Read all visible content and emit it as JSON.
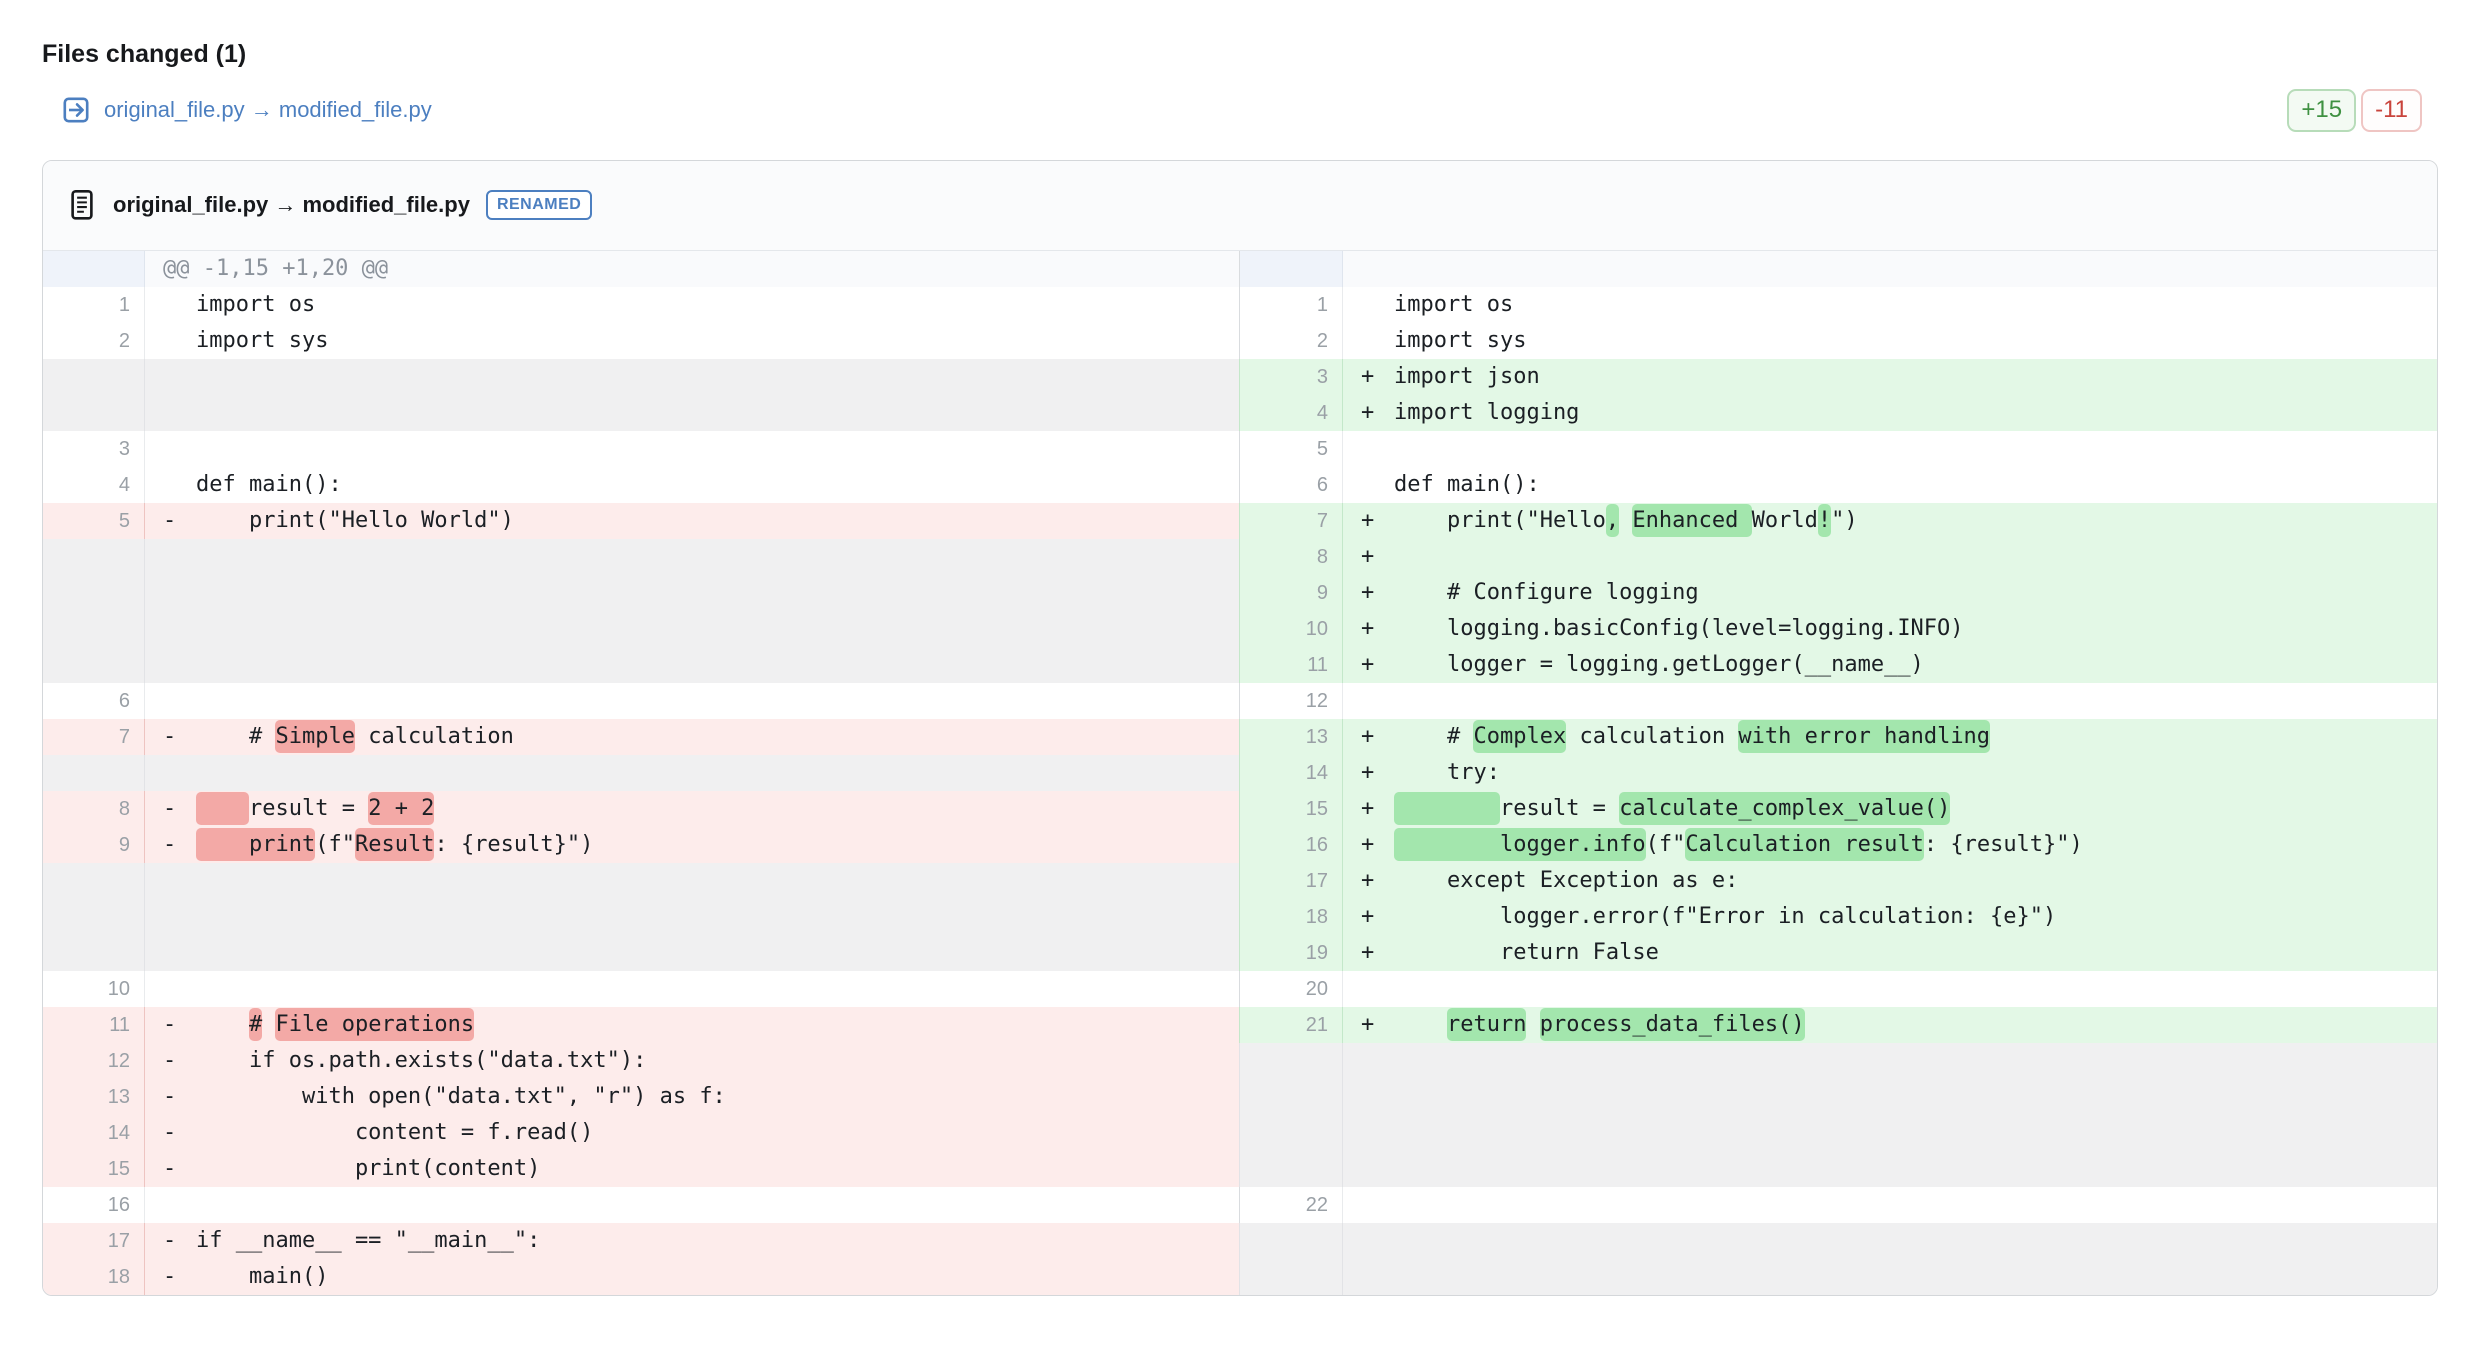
{
  "page": {
    "title": "Files changed (1)",
    "file_link": "original_file.py → modified_file.py",
    "additions_badge": "+15",
    "deletions_badge": "-11"
  },
  "file_panel": {
    "filename": "original_file.py → modified_file.py",
    "status_badge": "RENAMED",
    "hunk_header": "@@ -1,15 +1,20 @@"
  },
  "colors": {
    "link_blue": "#4c7fc0",
    "addition_row": "#e3f8e6",
    "addition_word": "#a3e6ad",
    "deletion_row": "#fdeceb",
    "deletion_word": "#f3a9a6",
    "filler": "#f0f0f1",
    "badge_green_text": "#3f9142",
    "badge_red_text": "#c9443c"
  },
  "diff": {
    "rows": [
      {
        "l": {
          "n": "",
          "k": "hunk",
          "s": [
            {
              "t": "@@ -1,15 +1,20 @@"
            }
          ]
        },
        "r": {
          "n": "",
          "k": "hunk",
          "s": []
        }
      },
      {
        "l": {
          "n": "1",
          "k": "ctx",
          "s": [
            {
              "t": "import os"
            }
          ]
        },
        "r": {
          "n": "1",
          "k": "ctx",
          "s": [
            {
              "t": "import os"
            }
          ]
        }
      },
      {
        "l": {
          "n": "2",
          "k": "ctx",
          "s": [
            {
              "t": "import sys"
            }
          ]
        },
        "r": {
          "n": "2",
          "k": "ctx",
          "s": [
            {
              "t": "import sys"
            }
          ]
        }
      },
      {
        "l": {
          "n": "",
          "k": "fill",
          "s": []
        },
        "r": {
          "n": "3",
          "k": "add",
          "s": [
            {
              "t": "import json"
            }
          ]
        }
      },
      {
        "l": {
          "n": "",
          "k": "fill",
          "s": []
        },
        "r": {
          "n": "4",
          "k": "add",
          "s": [
            {
              "t": "import logging"
            }
          ]
        }
      },
      {
        "l": {
          "n": "3",
          "k": "ctx",
          "s": []
        },
        "r": {
          "n": "5",
          "k": "ctx",
          "s": []
        }
      },
      {
        "l": {
          "n": "4",
          "k": "ctx",
          "s": [
            {
              "t": "def main():"
            }
          ]
        },
        "r": {
          "n": "6",
          "k": "ctx",
          "s": [
            {
              "t": "def main():"
            }
          ]
        }
      },
      {
        "l": {
          "n": "5",
          "k": "del",
          "s": [
            {
              "t": "    print(\"Hello World\")"
            }
          ]
        },
        "r": {
          "n": "7",
          "k": "add",
          "s": [
            {
              "t": "    print(\"Hello"
            },
            {
              "t": ",",
              "h": true
            },
            {
              "t": " "
            },
            {
              "t": "Enhanced ",
              "h": true
            },
            {
              "t": "World"
            },
            {
              "t": "!",
              "h": true
            },
            {
              "t": "\")"
            }
          ]
        }
      },
      {
        "l": {
          "n": "",
          "k": "fill",
          "s": []
        },
        "r": {
          "n": "8",
          "k": "add",
          "s": []
        }
      },
      {
        "l": {
          "n": "",
          "k": "fill",
          "s": []
        },
        "r": {
          "n": "9",
          "k": "add",
          "s": [
            {
              "t": "    # Configure logging"
            }
          ]
        }
      },
      {
        "l": {
          "n": "",
          "k": "fill",
          "s": []
        },
        "r": {
          "n": "10",
          "k": "add",
          "s": [
            {
              "t": "    logging.basicConfig(level=logging.INFO)"
            }
          ]
        }
      },
      {
        "l": {
          "n": "",
          "k": "fill",
          "s": []
        },
        "r": {
          "n": "11",
          "k": "add",
          "s": [
            {
              "t": "    logger = logging.getLogger(__name__)"
            }
          ]
        }
      },
      {
        "l": {
          "n": "6",
          "k": "ctx",
          "s": []
        },
        "r": {
          "n": "12",
          "k": "ctx",
          "s": []
        }
      },
      {
        "l": {
          "n": "7",
          "k": "del",
          "s": [
            {
              "t": "    # "
            },
            {
              "t": "Simple",
              "h": true
            },
            {
              "t": " calculation"
            }
          ]
        },
        "r": {
          "n": "13",
          "k": "add",
          "s": [
            {
              "t": "    # "
            },
            {
              "t": "Complex",
              "h": true
            },
            {
              "t": " calculation "
            },
            {
              "t": "with error handling",
              "h": true
            }
          ]
        }
      },
      {
        "l": {
          "n": "",
          "k": "fill",
          "s": []
        },
        "r": {
          "n": "14",
          "k": "add",
          "s": [
            {
              "t": "    try:"
            }
          ]
        }
      },
      {
        "l": {
          "n": "8",
          "k": "del",
          "s": [
            {
              "t": "    ",
              "h": true
            },
            {
              "t": "result = "
            },
            {
              "t": "2 + 2",
              "h": true
            }
          ]
        },
        "r": {
          "n": "15",
          "k": "add",
          "s": [
            {
              "t": "        ",
              "h": true
            },
            {
              "t": "result = "
            },
            {
              "t": "calculate_complex_value()",
              "h": true
            }
          ]
        }
      },
      {
        "l": {
          "n": "9",
          "k": "del",
          "s": [
            {
              "t": "    print",
              "h": true
            },
            {
              "t": "(f\""
            },
            {
              "t": "Result",
              "h": true
            },
            {
              "t": ": {result}\")"
            }
          ]
        },
        "r": {
          "n": "16",
          "k": "add",
          "s": [
            {
              "t": "        logger.info",
              "h": true
            },
            {
              "t": "(f\""
            },
            {
              "t": "Calculation result",
              "h": true
            },
            {
              "t": ": {result}\")"
            }
          ]
        }
      },
      {
        "l": {
          "n": "",
          "k": "fill",
          "s": []
        },
        "r": {
          "n": "17",
          "k": "add",
          "s": [
            {
              "t": "    except Exception as e:"
            }
          ]
        }
      },
      {
        "l": {
          "n": "",
          "k": "fill",
          "s": []
        },
        "r": {
          "n": "18",
          "k": "add",
          "s": [
            {
              "t": "        logger.error(f\"Error in calculation: {e}\")"
            }
          ]
        }
      },
      {
        "l": {
          "n": "",
          "k": "fill",
          "s": []
        },
        "r": {
          "n": "19",
          "k": "add",
          "s": [
            {
              "t": "        return False"
            }
          ]
        }
      },
      {
        "l": {
          "n": "10",
          "k": "ctx",
          "s": []
        },
        "r": {
          "n": "20",
          "k": "ctx",
          "s": []
        }
      },
      {
        "l": {
          "n": "11",
          "k": "del",
          "s": [
            {
              "t": "    "
            },
            {
              "t": "#",
              "h": true
            },
            {
              "t": " "
            },
            {
              "t": "File operations",
              "h": true
            }
          ]
        },
        "r": {
          "n": "21",
          "k": "add",
          "s": [
            {
              "t": "    "
            },
            {
              "t": "return",
              "h": true
            },
            {
              "t": " "
            },
            {
              "t": "process_data_files()",
              "h": true
            }
          ]
        }
      },
      {
        "l": {
          "n": "12",
          "k": "del",
          "s": [
            {
              "t": "    if os.path.exists(\"data.txt\"):"
            }
          ]
        },
        "r": {
          "n": "",
          "k": "fill",
          "s": []
        }
      },
      {
        "l": {
          "n": "13",
          "k": "del",
          "s": [
            {
              "t": "        with open(\"data.txt\", \"r\") as f:"
            }
          ]
        },
        "r": {
          "n": "",
          "k": "fill",
          "s": []
        }
      },
      {
        "l": {
          "n": "14",
          "k": "del",
          "s": [
            {
              "t": "            content = f.read()"
            }
          ]
        },
        "r": {
          "n": "",
          "k": "fill",
          "s": []
        }
      },
      {
        "l": {
          "n": "15",
          "k": "del",
          "s": [
            {
              "t": "            print(content)"
            }
          ]
        },
        "r": {
          "n": "",
          "k": "fill",
          "s": []
        }
      },
      {
        "l": {
          "n": "16",
          "k": "ctx",
          "s": []
        },
        "r": {
          "n": "22",
          "k": "ctx",
          "s": []
        }
      },
      {
        "l": {
          "n": "17",
          "k": "del",
          "s": [
            {
              "t": "if __name__ == \"__main__\":"
            }
          ]
        },
        "r": {
          "n": "",
          "k": "fill",
          "s": []
        }
      },
      {
        "l": {
          "n": "18",
          "k": "del",
          "s": [
            {
              "t": "    main()"
            }
          ]
        },
        "r": {
          "n": "",
          "k": "fill",
          "s": []
        }
      }
    ]
  }
}
